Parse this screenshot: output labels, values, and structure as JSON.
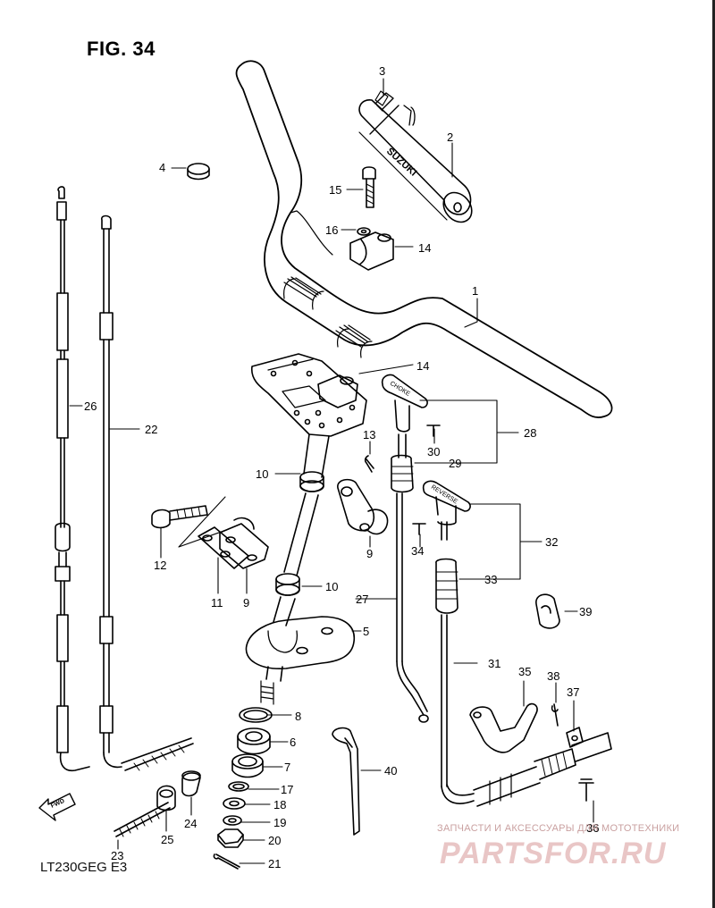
{
  "figure": {
    "title": "FIG. 34",
    "model_code": "LT230GEG E3"
  },
  "watermark": {
    "line1": "ЗАПЧАСТИ И АКСЕССУАРЫ ДЛЯ МОТОТЕХНИКИ",
    "line2": "PARTSFOR.RU"
  },
  "labels": {
    "handlebar_pad_brand": "SUZUKI",
    "choke_lever_text": "CHOKE",
    "reverse_lever_text": "REVERSE",
    "fwd_arrow": "FWD"
  },
  "callouts": [
    {
      "num": "1"
    },
    {
      "num": "2"
    },
    {
      "num": "3"
    },
    {
      "num": "4"
    },
    {
      "num": "5"
    },
    {
      "num": "6"
    },
    {
      "num": "7"
    },
    {
      "num": "8"
    },
    {
      "num": "9"
    },
    {
      "num": "9"
    },
    {
      "num": "10"
    },
    {
      "num": "10"
    },
    {
      "num": "11"
    },
    {
      "num": "12"
    },
    {
      "num": "13"
    },
    {
      "num": "14"
    },
    {
      "num": "14"
    },
    {
      "num": "15"
    },
    {
      "num": "16"
    },
    {
      "num": "17"
    },
    {
      "num": "18"
    },
    {
      "num": "19"
    },
    {
      "num": "20"
    },
    {
      "num": "21"
    },
    {
      "num": "22"
    },
    {
      "num": "23"
    },
    {
      "num": "24"
    },
    {
      "num": "25"
    },
    {
      "num": "26"
    },
    {
      "num": "27"
    },
    {
      "num": "28"
    },
    {
      "num": "29"
    },
    {
      "num": "30"
    },
    {
      "num": "31"
    },
    {
      "num": "32"
    },
    {
      "num": "33"
    },
    {
      "num": "34"
    },
    {
      "num": "35"
    },
    {
      "num": "36"
    },
    {
      "num": "37"
    },
    {
      "num": "38"
    },
    {
      "num": "39"
    },
    {
      "num": "40"
    }
  ]
}
